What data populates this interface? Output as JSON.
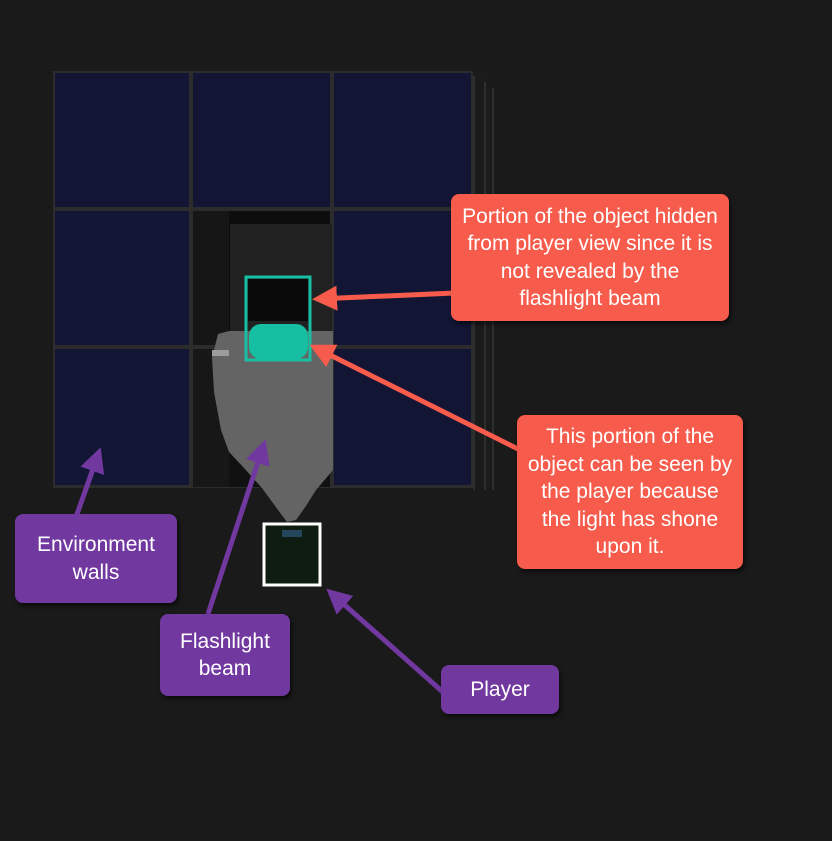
{
  "colors": {
    "background": "#1a1a1a",
    "wall_tile": "#121634",
    "wall_grout": "#2c2c2c",
    "beam": "#646464",
    "object": "#16bfa2",
    "red_callout": "#f65b4b",
    "purple_callout": "#7138a0"
  },
  "callouts": {
    "hidden_portion": "Portion of the object hidden from player view since it is not revealed by the flashlight beam",
    "visible_portion": "This portion of the object can be seen by the player because the light has shone upon it.",
    "environment_walls": "Environment walls",
    "flashlight_beam": "Flashlight beam",
    "player": "Player"
  }
}
